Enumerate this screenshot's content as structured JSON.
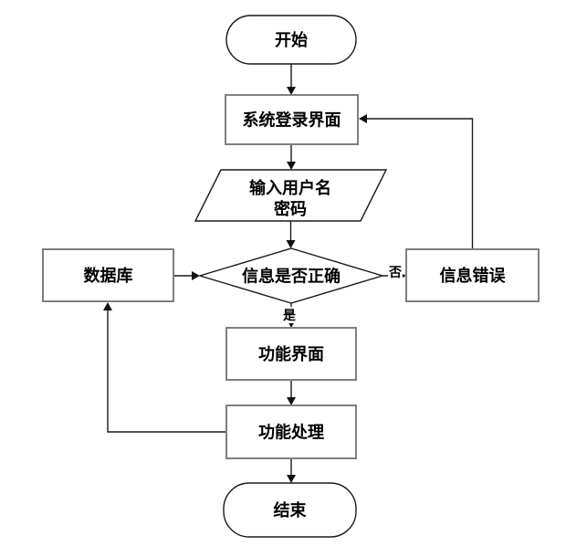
{
  "diagram": {
    "nodes": {
      "start": {
        "label": "开始"
      },
      "login": {
        "label": "系统登录界面"
      },
      "input": {
        "line1": "输入用户名",
        "line2": "密码"
      },
      "decision": {
        "label": "信息是否正确"
      },
      "database": {
        "label": "数据库"
      },
      "error": {
        "label": "信息错误"
      },
      "function_ui": {
        "label": "功能界面"
      },
      "function_process": {
        "label": "功能处理"
      },
      "end": {
        "label": "结束"
      }
    },
    "edge_labels": {
      "yes": "是",
      "no": "否"
    },
    "colors": {
      "background": "#ffffff",
      "process_border": "#7f7f7f",
      "shape_stroke": "#1a1a1a",
      "connector": "#1a1a1a",
      "text": "#000000"
    }
  }
}
